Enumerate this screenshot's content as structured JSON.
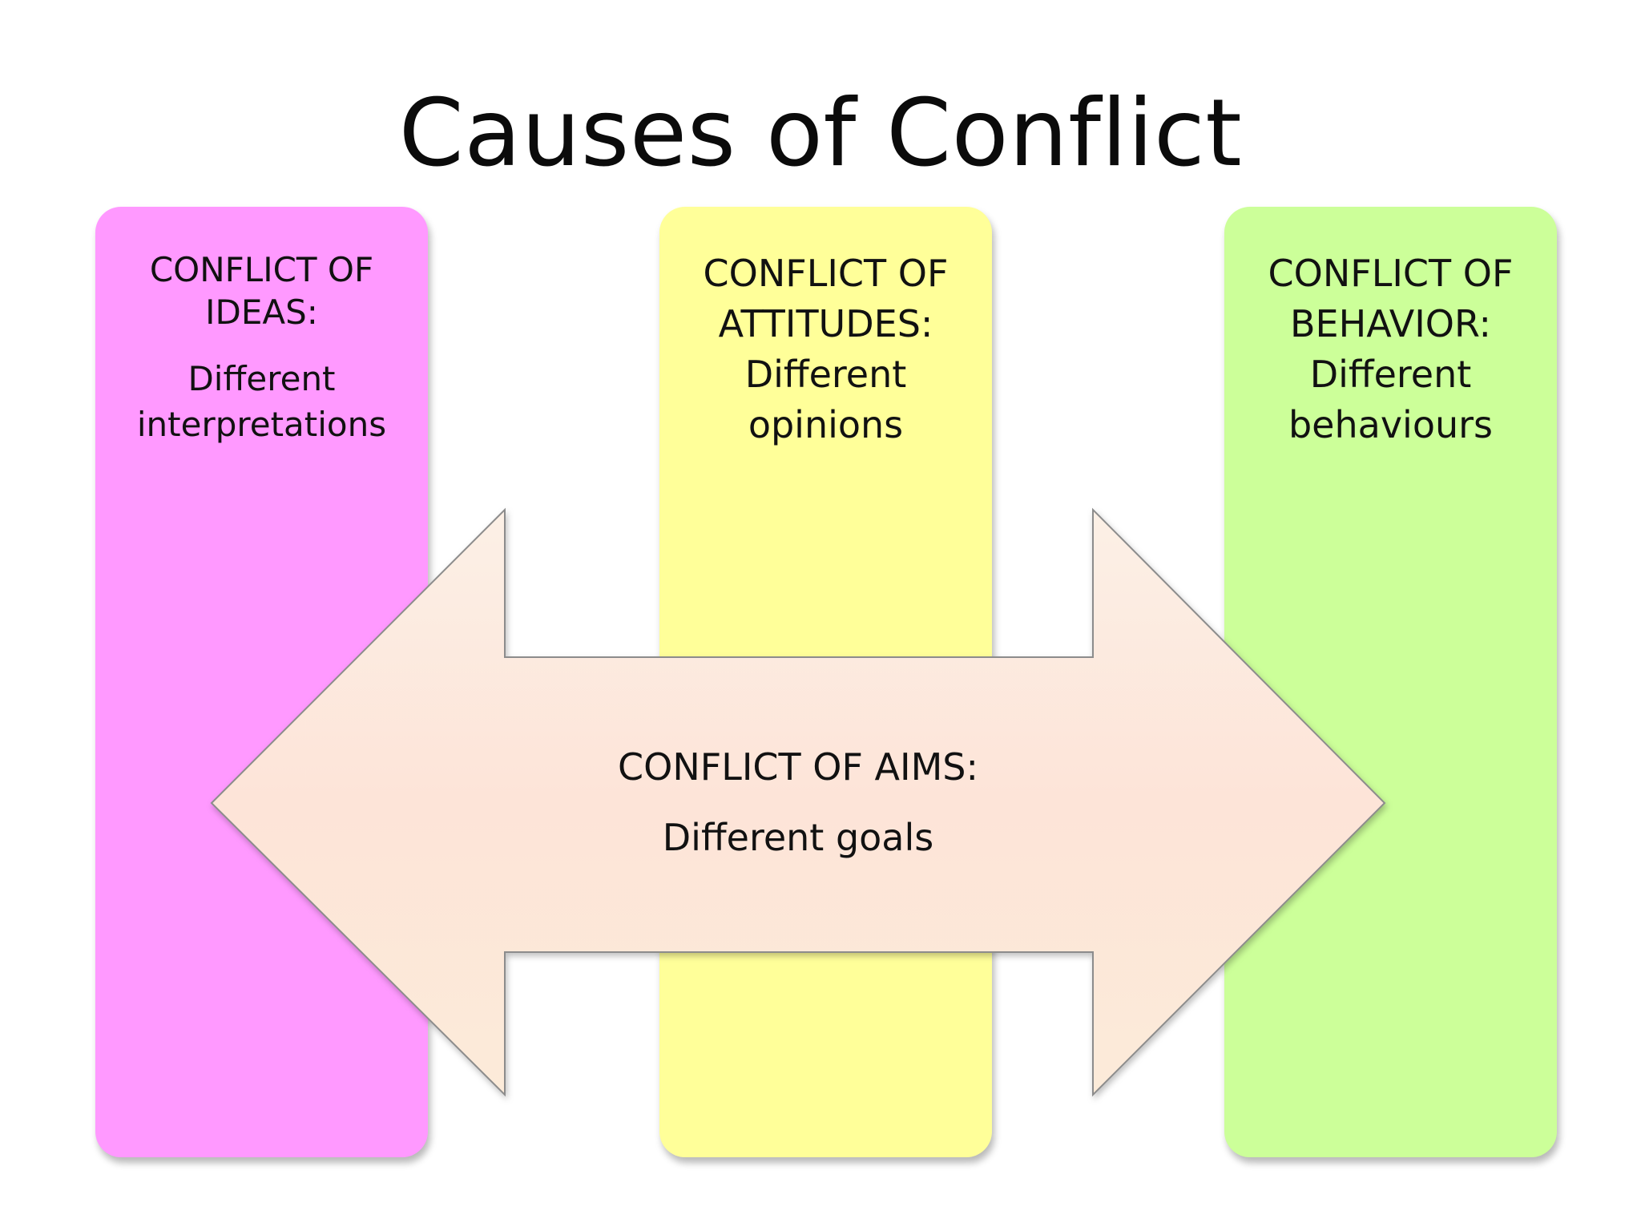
{
  "title": "Causes of Conflict",
  "colors": {
    "background": "#ffffff",
    "ideas": "#ff99ff",
    "attitudes": "#ffff99",
    "behavior": "#ccff99",
    "arrow_fill": "#fce4d6",
    "arrow_fill_light": "#fdebd8",
    "arrow_stroke": "#8c8c8c",
    "text": "#111111"
  },
  "cards": [
    {
      "heading": [
        "CONFLICT OF",
        "IDEAS:"
      ],
      "description": [
        "Different",
        "interpretations"
      ]
    },
    {
      "heading": [
        "CONFLICT OF",
        "ATTITUDES:"
      ],
      "description": [
        "Different",
        "opinions"
      ]
    },
    {
      "heading": [
        "CONFLICT OF",
        "BEHAVIOR:"
      ],
      "description": [
        "Different",
        "behaviours"
      ]
    }
  ],
  "aims": {
    "heading": "CONFLICT OF AIMS:",
    "description": "Different goals"
  }
}
